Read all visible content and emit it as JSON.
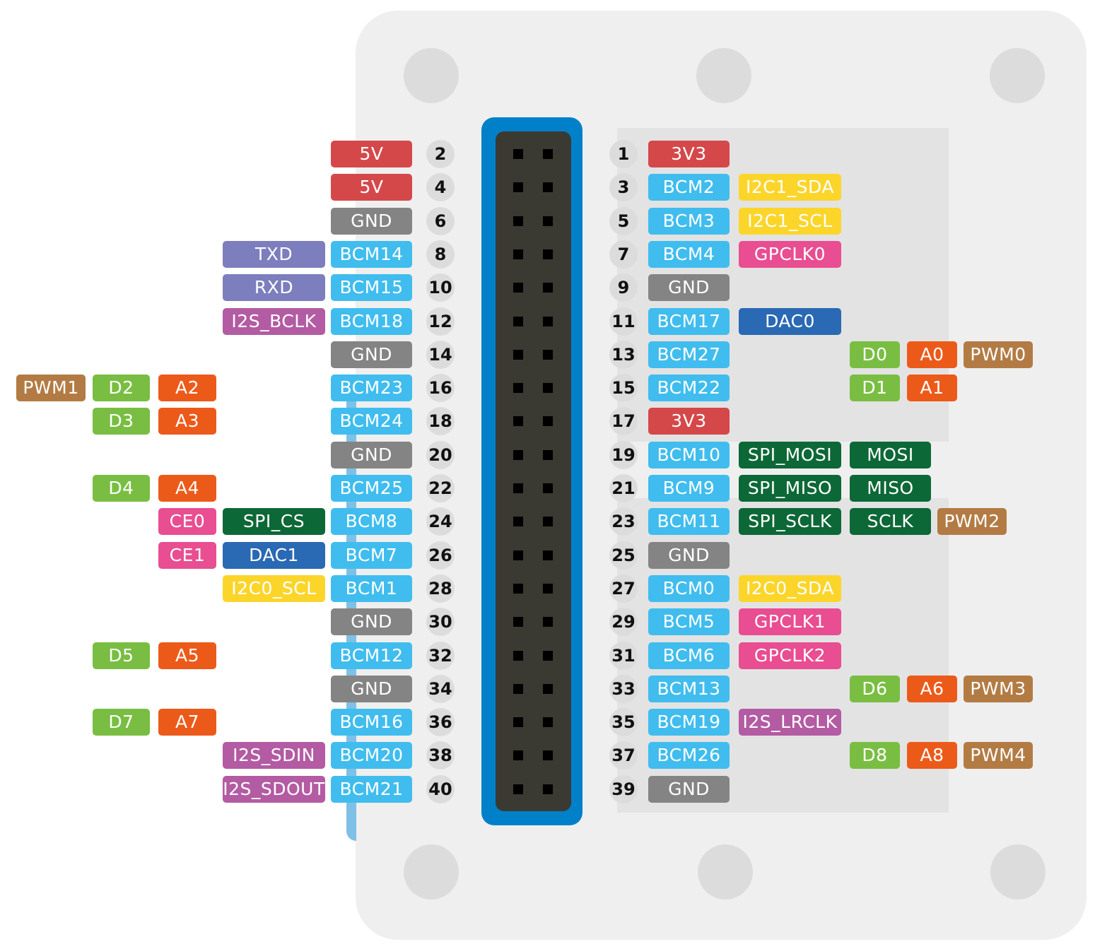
{
  "colors": {
    "power5v": "#d5484a",
    "power3v3": "#d5484a",
    "gnd": "#848484",
    "bcm": "#40bdee",
    "uart": "#7d7ebd",
    "i2s": "#b35ba3",
    "i2c": "#fcd52b",
    "spi": "#0d6837",
    "gpclk": "#e84e91",
    "dac": "#2a69b3",
    "digital": "#79be42",
    "analog": "#ec5a1a",
    "pwm": "#b37b44",
    "ce": "#e84e91",
    "header": "#0080c8"
  },
  "even_pins": [
    {
      "num": "2",
      "labels": [
        {
          "text": "5V",
          "kind": "power5v"
        }
      ]
    },
    {
      "num": "4",
      "labels": [
        {
          "text": "5V",
          "kind": "power5v"
        }
      ]
    },
    {
      "num": "6",
      "labels": [
        {
          "text": "GND",
          "kind": "gnd"
        }
      ]
    },
    {
      "num": "8",
      "labels": [
        {
          "text": "BCM14",
          "kind": "bcm"
        },
        {
          "text": "TXD",
          "kind": "uart"
        }
      ]
    },
    {
      "num": "10",
      "labels": [
        {
          "text": "BCM15",
          "kind": "bcm"
        },
        {
          "text": "RXD",
          "kind": "uart"
        }
      ]
    },
    {
      "num": "12",
      "labels": [
        {
          "text": "BCM18",
          "kind": "bcm"
        },
        {
          "text": "I2S_BCLK",
          "kind": "i2s"
        }
      ]
    },
    {
      "num": "14",
      "labels": [
        {
          "text": "GND",
          "kind": "gnd"
        }
      ]
    },
    {
      "num": "16",
      "labels": [
        {
          "text": "BCM23",
          "kind": "bcm"
        },
        {
          "text": "A2",
          "kind": "analog"
        },
        {
          "text": "D2",
          "kind": "digital"
        },
        {
          "text": "PWM1",
          "kind": "pwm"
        }
      ]
    },
    {
      "num": "18",
      "labels": [
        {
          "text": "BCM24",
          "kind": "bcm"
        },
        {
          "text": "A3",
          "kind": "analog"
        },
        {
          "text": "D3",
          "kind": "digital"
        }
      ]
    },
    {
      "num": "20",
      "labels": [
        {
          "text": "GND",
          "kind": "gnd"
        }
      ]
    },
    {
      "num": "22",
      "labels": [
        {
          "text": "BCM25",
          "kind": "bcm"
        },
        {
          "text": "A4",
          "kind": "analog"
        },
        {
          "text": "D4",
          "kind": "digital"
        }
      ]
    },
    {
      "num": "24",
      "labels": [
        {
          "text": "BCM8",
          "kind": "bcm"
        },
        {
          "text": "SPI_CS",
          "kind": "spi"
        },
        {
          "text": "CE0",
          "kind": "ce"
        }
      ]
    },
    {
      "num": "26",
      "labels": [
        {
          "text": "BCM7",
          "kind": "bcm"
        },
        {
          "text": "DAC1",
          "kind": "dac"
        },
        {
          "text": "CE1",
          "kind": "ce"
        }
      ]
    },
    {
      "num": "28",
      "labels": [
        {
          "text": "BCM1",
          "kind": "bcm"
        },
        {
          "text": "I2C0_SCL",
          "kind": "i2c"
        }
      ]
    },
    {
      "num": "30",
      "labels": [
        {
          "text": "GND",
          "kind": "gnd"
        }
      ]
    },
    {
      "num": "32",
      "labels": [
        {
          "text": "BCM12",
          "kind": "bcm"
        },
        {
          "text": "A5",
          "kind": "analog"
        },
        {
          "text": "D5",
          "kind": "digital"
        }
      ]
    },
    {
      "num": "34",
      "labels": [
        {
          "text": "GND",
          "kind": "gnd"
        }
      ]
    },
    {
      "num": "36",
      "labels": [
        {
          "text": "BCM16",
          "kind": "bcm"
        },
        {
          "text": "A7",
          "kind": "analog"
        },
        {
          "text": "D7",
          "kind": "digital"
        }
      ]
    },
    {
      "num": "38",
      "labels": [
        {
          "text": "BCM20",
          "kind": "bcm"
        },
        {
          "text": "I2S_SDIN",
          "kind": "i2s"
        }
      ]
    },
    {
      "num": "40",
      "labels": [
        {
          "text": "BCM21",
          "kind": "bcm"
        },
        {
          "text": "I2S_SDOUT",
          "kind": "i2s"
        }
      ]
    }
  ],
  "odd_pins": [
    {
      "num": "1",
      "labels": [
        {
          "text": "3V3",
          "kind": "power3v3"
        }
      ]
    },
    {
      "num": "3",
      "labels": [
        {
          "text": "BCM2",
          "kind": "bcm"
        },
        {
          "text": "I2C1_SDA",
          "kind": "i2c"
        }
      ]
    },
    {
      "num": "5",
      "labels": [
        {
          "text": "BCM3",
          "kind": "bcm"
        },
        {
          "text": "I2C1_SCL",
          "kind": "i2c"
        }
      ]
    },
    {
      "num": "7",
      "labels": [
        {
          "text": "BCM4",
          "kind": "bcm"
        },
        {
          "text": "GPCLK0",
          "kind": "gpclk"
        }
      ]
    },
    {
      "num": "9",
      "labels": [
        {
          "text": "GND",
          "kind": "gnd"
        }
      ]
    },
    {
      "num": "11",
      "labels": [
        {
          "text": "BCM17",
          "kind": "bcm"
        },
        {
          "text": "DAC0",
          "kind": "dac"
        }
      ]
    },
    {
      "num": "13",
      "labels": [
        {
          "text": "BCM27",
          "kind": "bcm"
        },
        {
          "text": "D0",
          "kind": "digital"
        },
        {
          "text": "A0",
          "kind": "analog"
        },
        {
          "text": "PWM0",
          "kind": "pwm"
        }
      ]
    },
    {
      "num": "15",
      "labels": [
        {
          "text": "BCM22",
          "kind": "bcm"
        },
        {
          "text": "D1",
          "kind": "digital"
        },
        {
          "text": "A1",
          "kind": "analog"
        }
      ]
    },
    {
      "num": "17",
      "labels": [
        {
          "text": "3V3",
          "kind": "power3v3"
        }
      ]
    },
    {
      "num": "19",
      "labels": [
        {
          "text": "BCM10",
          "kind": "bcm"
        },
        {
          "text": "SPI_MOSI",
          "kind": "spi"
        },
        {
          "text": "MOSI",
          "kind": "spi"
        }
      ]
    },
    {
      "num": "21",
      "labels": [
        {
          "text": "BCM9",
          "kind": "bcm"
        },
        {
          "text": "SPI_MISO",
          "kind": "spi"
        },
        {
          "text": "MISO",
          "kind": "spi"
        }
      ]
    },
    {
      "num": "23",
      "labels": [
        {
          "text": "BCM11",
          "kind": "bcm"
        },
        {
          "text": "SPI_SCLK",
          "kind": "spi"
        },
        {
          "text": "SCLK",
          "kind": "spi"
        },
        {
          "text": "PWM2",
          "kind": "pwm"
        }
      ]
    },
    {
      "num": "25",
      "labels": [
        {
          "text": "GND",
          "kind": "gnd"
        }
      ]
    },
    {
      "num": "27",
      "labels": [
        {
          "text": "BCM0",
          "kind": "bcm"
        },
        {
          "text": "I2C0_SDA",
          "kind": "i2c"
        }
      ]
    },
    {
      "num": "29",
      "labels": [
        {
          "text": "BCM5",
          "kind": "bcm"
        },
        {
          "text": "GPCLK1",
          "kind": "gpclk"
        }
      ]
    },
    {
      "num": "31",
      "labels": [
        {
          "text": "BCM6",
          "kind": "bcm"
        },
        {
          "text": "GPCLK2",
          "kind": "gpclk"
        }
      ]
    },
    {
      "num": "33",
      "labels": [
        {
          "text": "BCM13",
          "kind": "bcm"
        },
        {
          "text": "D6",
          "kind": "digital"
        },
        {
          "text": "A6",
          "kind": "analog"
        },
        {
          "text": "PWM3",
          "kind": "pwm"
        }
      ]
    },
    {
      "num": "35",
      "labels": [
        {
          "text": "BCM19",
          "kind": "bcm"
        },
        {
          "text": "I2S_LRCLK",
          "kind": "i2s"
        }
      ]
    },
    {
      "num": "37",
      "labels": [
        {
          "text": "BCM26",
          "kind": "bcm"
        },
        {
          "text": "D8",
          "kind": "digital"
        },
        {
          "text": "A8",
          "kind": "analog"
        },
        {
          "text": "PWM4",
          "kind": "pwm"
        }
      ]
    },
    {
      "num": "39",
      "labels": [
        {
          "text": "GND",
          "kind": "gnd"
        }
      ]
    }
  ]
}
